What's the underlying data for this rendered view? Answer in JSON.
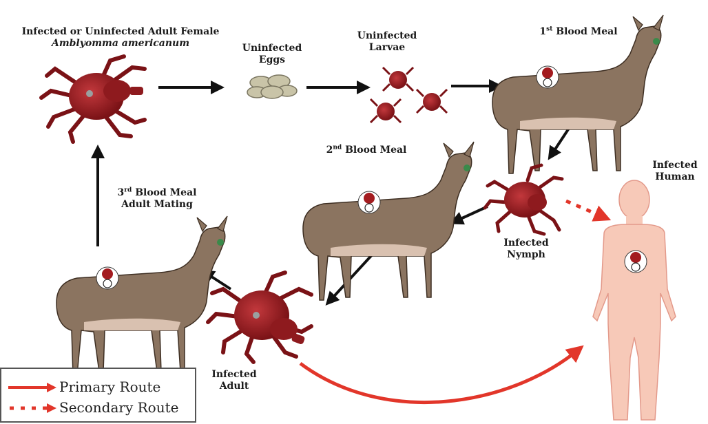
{
  "labels": {
    "adult_female_line1": "Infected or Uninfected Adult Female",
    "adult_female_species": "Amblyomma americanum",
    "eggs_line1": "Uninfected",
    "eggs_line2": "Eggs",
    "larvae_line1": "Uninfected",
    "larvae_line2": "Larvae",
    "meal1_num": "1",
    "meal1_sup": "st",
    "meal1_text": "Blood Meal",
    "meal2_num": "2",
    "meal2_sup": "nd",
    "meal2_text": "Blood Meal",
    "meal3_num": "3",
    "meal3_sup": "rd",
    "meal3_text": "Blood Meal",
    "meal3_line2": "Adult Mating",
    "human_line1": "Infected",
    "human_line2": "Human",
    "nymph_line1": "Infected",
    "nymph_line2": "Nymph",
    "adult_line1": "Infected",
    "adult_line2": "Adult"
  },
  "legend": {
    "primary": "Primary Route",
    "secondary": "Secondary Route"
  },
  "colors": {
    "tick_body": "#8e1a1e",
    "tick_dark": "#5a0d10",
    "deer_body": "#8b7460",
    "deer_belly": "#d9c1b0",
    "human_skin": "#f7c9b8",
    "human_outline": "#e3998a",
    "egg": "#c9c4a8",
    "route_red": "#e2362a",
    "arrow_black": "#111111"
  }
}
